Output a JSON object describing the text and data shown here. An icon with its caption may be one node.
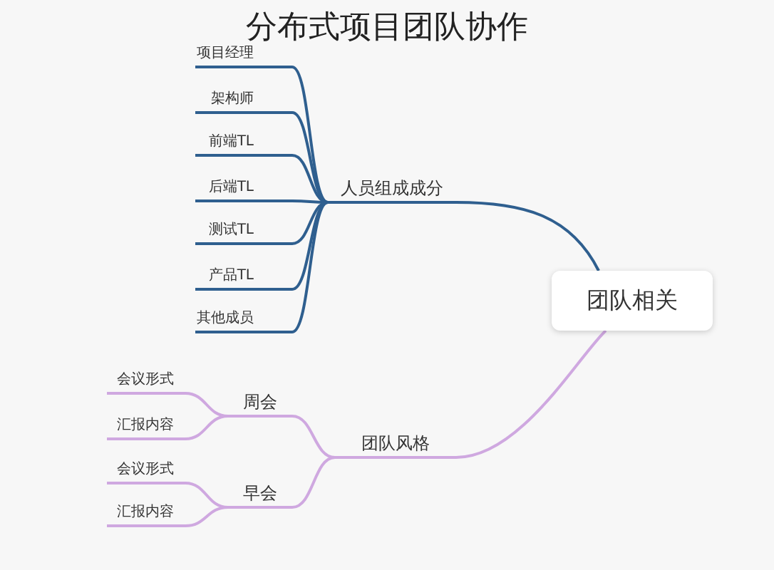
{
  "diagram": {
    "title": "分布式项目团队协作",
    "nodes": [
      {
        "text": [
          "团队相关"
        ]
      },
      {
        "text": [
          "人员组成成分"
        ]
      },
      {
        "text": [
          "项目经理"
        ]
      },
      {
        "text": [
          "架构师"
        ]
      },
      {
        "text": [
          "前端TL"
        ]
      },
      {
        "text": [
          "后端TL"
        ]
      },
      {
        "text": [
          "测试TL"
        ]
      },
      {
        "text": [
          "产品TL"
        ]
      },
      {
        "text": [
          "其他成员"
        ]
      },
      {
        "text": [
          "团队风格"
        ]
      },
      {
        "text": [
          "周会"
        ]
      },
      {
        "text": [
          "会议形式"
        ]
      },
      {
        "text": [
          "汇报内容"
        ]
      },
      {
        "text": [
          "早会"
        ]
      },
      {
        "text": [
          "会议形式"
        ]
      },
      {
        "text": [
          "汇报内容"
        ]
      }
    ],
    "edges": [
      {
        "from": 0,
        "to": 1,
        "arrow": "none"
      },
      {
        "from": 1,
        "to": 2,
        "arrow": "none"
      },
      {
        "from": 1,
        "to": 3,
        "arrow": "none"
      },
      {
        "from": 1,
        "to": 4,
        "arrow": "none"
      },
      {
        "from": 1,
        "to": 5,
        "arrow": "none"
      },
      {
        "from": 1,
        "to": 6,
        "arrow": "none"
      },
      {
        "from": 1,
        "to": 7,
        "arrow": "none"
      },
      {
        "from": 1,
        "to": 8,
        "arrow": "none"
      },
      {
        "from": 0,
        "to": 9,
        "arrow": "none",
        "color": "#cfa8e0"
      },
      {
        "from": 9,
        "to": 10,
        "arrow": "none",
        "color": "#cfa8e0"
      },
      {
        "from": 10,
        "to": 11,
        "arrow": "none",
        "color": "#cfa8e0"
      },
      {
        "from": 10,
        "to": 12,
        "arrow": "none",
        "color": "#cfa8e0"
      },
      {
        "from": 9,
        "to": 13,
        "arrow": "none",
        "color": "#cfa8e0"
      },
      {
        "from": 13,
        "to": 14,
        "arrow": "none",
        "color": "#cfa8e0"
      },
      {
        "from": 13,
        "to": 15,
        "arrow": "none",
        "color": "#cfa8e0"
      }
    ]
  }
}
